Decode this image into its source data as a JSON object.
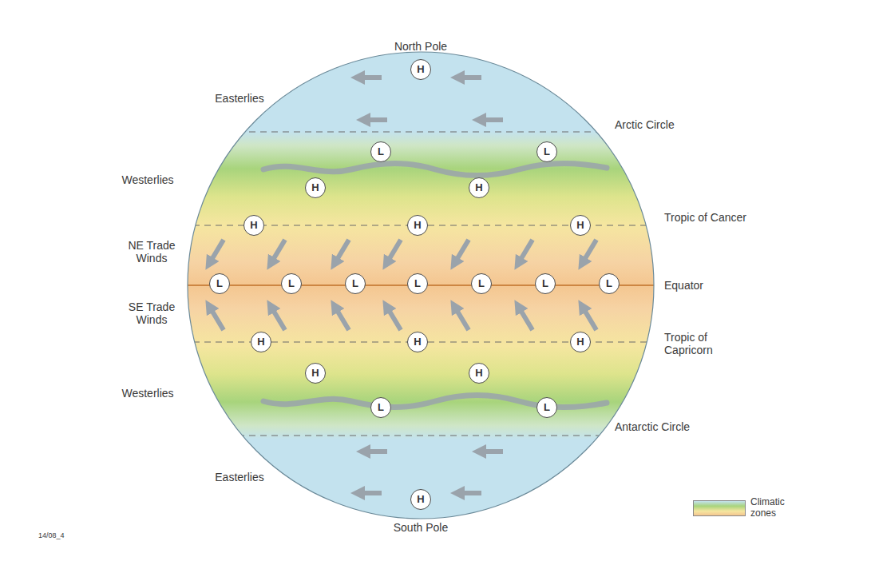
{
  "diagram": {
    "nodes": [
      {
        "text": [
          "H"
        ]
      },
      {
        "text": [
          "L"
        ]
      },
      {
        "text": [
          "L"
        ]
      },
      {
        "text": [
          "H"
        ]
      },
      {
        "text": [
          "H"
        ]
      },
      {
        "text": [
          "H"
        ]
      },
      {
        "text": [
          "H"
        ]
      },
      {
        "text": [
          "H"
        ]
      },
      {
        "text": [
          "L"
        ]
      },
      {
        "text": [
          "L"
        ]
      },
      {
        "text": [
          "L"
        ]
      },
      {
        "text": [
          "L"
        ]
      },
      {
        "text": [
          "L"
        ]
      },
      {
        "text": [
          "L"
        ]
      },
      {
        "text": [
          "L"
        ]
      },
      {
        "text": [
          "H"
        ]
      },
      {
        "text": [
          "H"
        ]
      },
      {
        "text": [
          "H"
        ]
      },
      {
        "text": [
          "H"
        ]
      },
      {
        "text": [
          "H"
        ]
      },
      {
        "text": [
          "L"
        ]
      },
      {
        "text": [
          "L"
        ]
      },
      {
        "text": [
          "H"
        ]
      }
    ],
    "labels": [
      "North Pole",
      "Easterlies",
      "Arctic Circle",
      "Westerlies",
      "Tropic of Cancer",
      "NE Trade Winds",
      "Equator",
      "SE Trade Winds",
      "Tropic of Capricorn",
      "Westerlies",
      "Antarctic Circle",
      "Easterlies",
      "South Pole",
      "14/08_4"
    ],
    "legend": [
      {
        "text": "Climatic zones"
      }
    ]
  }
}
